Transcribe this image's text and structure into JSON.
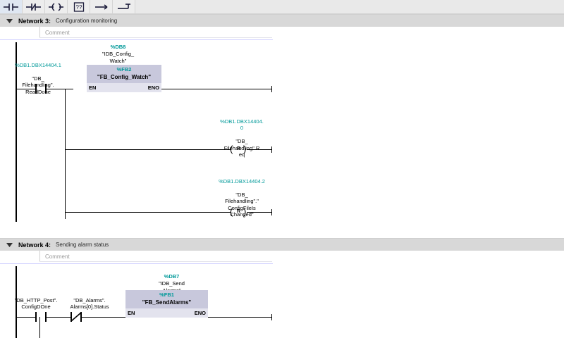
{
  "toolbar": {
    "items": [
      {
        "name": "no-contact-icon",
        "label": "Normally open contact"
      },
      {
        "name": "nc-contact-icon",
        "label": "Normally closed contact"
      },
      {
        "name": "coil-icon",
        "label": "Output coil"
      },
      {
        "name": "empty-box-icon",
        "label": "??"
      },
      {
        "name": "open-branch-icon",
        "label": "Open branch"
      },
      {
        "name": "close-branch-icon",
        "label": "Close branch"
      }
    ]
  },
  "networks": [
    {
      "id": "network-3",
      "title": "Network 3:",
      "subtitle": "Configuration monitoring",
      "comment_placeholder": "Comment",
      "elements": {
        "contact": {
          "address": "%DB1.DBX14404.1",
          "symbol": "\"DB_\nFilehandling\".\nReadDone",
          "type": "no-contact"
        },
        "block": {
          "instance_address": "%DB8",
          "instance_name": "\"IDB_Config_\nWatch\"",
          "block_address": "%FB2",
          "block_name": "\"FB_Config_Watch\"",
          "en": "EN",
          "eno": "ENO"
        },
        "coils": [
          {
            "address": "%DB1.DBX14404.\n0",
            "symbol": "\"DB_\nFilehandling\".R\neq",
            "letter": "R"
          },
          {
            "address": "%DB1.DBX14404.2",
            "symbol": "\"DB_\nFilehandling\".\"\nConfigFileIs\nChanged\"",
            "letter": "R"
          }
        ]
      }
    },
    {
      "id": "network-4",
      "title": "Network 4:",
      "subtitle": "Sending alarm status",
      "comment_placeholder": "Comment",
      "elements": {
        "contacts": [
          {
            "address": "",
            "symbol": "\"DB_HTTP_Post\".\nConfigDOne",
            "type": "no-contact"
          },
          {
            "address": "",
            "symbol": "\"DB_Alarms\".\nAlarms[0].Status",
            "type": "nc-contact"
          }
        ],
        "block": {
          "instance_address": "%DB7",
          "instance_name": "\"IDB_Send\nAlarms\"",
          "block_address": "%FB1",
          "block_name": "\"FB_SendAlarms\"",
          "en": "EN",
          "eno": "ENO"
        }
      }
    }
  ],
  "colors": {
    "address_teal": "#009999",
    "block_header": "#c8c8dc",
    "block_body": "#e3e3ee",
    "network_header": "#d8d8d8",
    "toolbar_bg": "#e9e9e9"
  }
}
